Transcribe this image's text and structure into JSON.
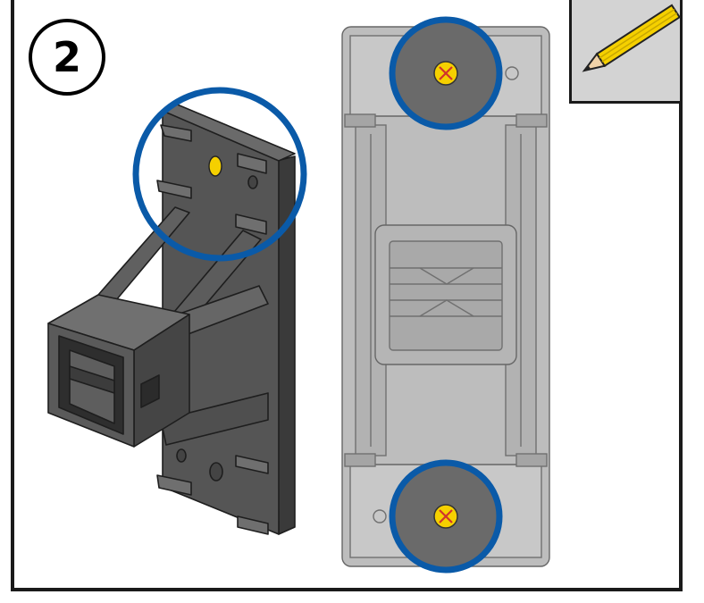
{
  "step": {
    "number": "2"
  },
  "tool": {
    "icon": "pencil-icon"
  },
  "colors": {
    "highlight_ring": "#0a5aa8",
    "screw_mark": "#f5d000",
    "part_dark": "#4a4a4a",
    "part_light": "#bdbdbd"
  },
  "callouts": [
    {
      "name": "mounting-hole-detail-3d"
    },
    {
      "name": "top-screw-position"
    },
    {
      "name": "bottom-screw-position"
    }
  ]
}
